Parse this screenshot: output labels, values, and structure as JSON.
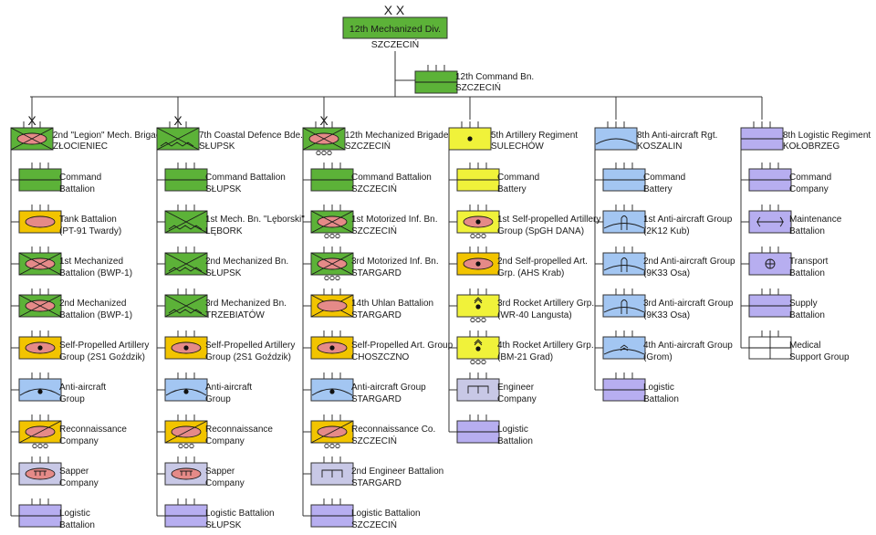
{
  "colors": {
    "mechanized": "#5cb238",
    "armour": "#f2c400",
    "artillery": "#f0f23a",
    "airdefence": "#a3c6f2",
    "logistic": "#b7aef0",
    "engineer": "#c8c8e6",
    "ellipse": "#e58a88",
    "line": "#333333"
  },
  "division": {
    "echelon": "X X",
    "name": "12th Mechanized Div.",
    "location": "SZCZECIŃ"
  },
  "command": {
    "name": "12th Command Bn.",
    "location": "SZCZECIŃ",
    "symbol": "hq"
  },
  "columns": [
    {
      "head": {
        "echelon": "X",
        "l1": "2nd \"Legion\" Mech. Brigade",
        "l2": "ZŁOCIENIEC",
        "symbol": "mech"
      },
      "units": [
        {
          "l1": "Command",
          "l2": "Battalion",
          "symbol": "hq"
        },
        {
          "l1": "Tank Battalion",
          "l2": "(PT-91 Twardy)",
          "symbol": "tank"
        },
        {
          "l1": "1st Mechanized",
          "l2": "Battalion (BWP-1)",
          "symbol": "mech"
        },
        {
          "l1": "2nd Mechanized",
          "l2": "Battalion (BWP-1)",
          "symbol": "mech"
        },
        {
          "l1": "Self-Propelled Artillery",
          "l2": "Group (2S1 Goździk)",
          "symbol": "spart"
        },
        {
          "l1": "Anti-aircraft",
          "l2": "Group",
          "symbol": "aa"
        },
        {
          "l1": "Reconnaissance",
          "l2": "Company",
          "symbol": "recce"
        },
        {
          "l1": "Sapper",
          "l2": "Company",
          "symbol": "sapper"
        },
        {
          "l1": "Logistic",
          "l2": "Battalion",
          "symbol": "log"
        }
      ]
    },
    {
      "head": {
        "echelon": "X",
        "l1": "7th Coastal Defence Bde.",
        "l2": "SŁUPSK",
        "symbol": "coastal"
      },
      "units": [
        {
          "l1": "Command Battalion",
          "l2": "SŁUPSK",
          "symbol": "hq"
        },
        {
          "l1": "1st Mech. Bn. \"Lęborski\"",
          "l2": "LĘBORK",
          "symbol": "coastal"
        },
        {
          "l1": "2nd Mechanized Bn.",
          "l2": "SŁUPSK",
          "symbol": "coastal"
        },
        {
          "l1": "3rd Mechanized Bn.",
          "l2": "TRZEBIATÓW",
          "symbol": "coastal"
        },
        {
          "l1": "Self-Propelled Artillery",
          "l2": "Group (2S1 Goździk)",
          "symbol": "spart"
        },
        {
          "l1": "Anti-aircraft",
          "l2": "Group",
          "symbol": "aa"
        },
        {
          "l1": "Reconnaissance",
          "l2": "Company",
          "symbol": "recce"
        },
        {
          "l1": "Sapper",
          "l2": "Company",
          "symbol": "sapper"
        },
        {
          "l1": "Logistic Battalion",
          "l2": "SŁUPSK",
          "symbol": "log"
        }
      ]
    },
    {
      "head": {
        "echelon": "X",
        "l1": "12th Mechanized Brigade",
        "l2": "SZCZECIŃ",
        "symbol": "mechwheel"
      },
      "units": [
        {
          "l1": "Command Battalion",
          "l2": "SZCZECIŃ",
          "symbol": "hq"
        },
        {
          "l1": "1st Motorized Inf. Bn.",
          "l2": "SZCZECIŃ",
          "symbol": "mechwheel"
        },
        {
          "l1": "3rd Motorized Inf. Bn.",
          "l2": "STARGARD",
          "symbol": "mechwheel"
        },
        {
          "l1": "14th Uhlan Battalion",
          "l2": "STARGARD",
          "symbol": "uhlan"
        },
        {
          "l1": "Self-Propelled Art. Group",
          "l2": "CHOSZCZNO",
          "symbol": "spart"
        },
        {
          "l1": "Anti-aircraft Group",
          "l2": "STARGARD",
          "symbol": "aa"
        },
        {
          "l1": "Reconnaissance Co.",
          "l2": "SZCZECIŃ",
          "symbol": "recce"
        },
        {
          "l1": "2nd Engineer Battalion",
          "l2": "STARGARD",
          "symbol": "engineer"
        },
        {
          "l1": "Logistic Battalion",
          "l2": "SZCZECIŃ",
          "symbol": "log"
        }
      ]
    },
    {
      "head": {
        "echelon": "",
        "l1": "5th Artillery Regiment",
        "l2": "SULECHÓW",
        "symbol": "art"
      },
      "units": [
        {
          "l1": "Command",
          "l2": "Battery",
          "symbol": "arthq"
        },
        {
          "l1": "1st Self-propelled Artillery",
          "l2": "Group (SpGH DANA)",
          "symbol": "artwheel"
        },
        {
          "l1": "2nd Self-propelled Art.",
          "l2": "Grp. (AHS Krab)",
          "symbol": "spart"
        },
        {
          "l1": "3rd Rocket Artillery Grp.",
          "l2": "(WR-40 Langusta)",
          "symbol": "rocket"
        },
        {
          "l1": "4th Rocket Artillery Grp.",
          "l2": "(BM-21 Grad)",
          "symbol": "rocket"
        },
        {
          "l1": "Engineer",
          "l2": "Company",
          "symbol": "engineer"
        },
        {
          "l1": "Logistic",
          "l2": "Battalion",
          "symbol": "log"
        }
      ]
    },
    {
      "head": {
        "echelon": "",
        "l1": "8th Anti-aircraft Rgt.",
        "l2": "KOSZALIN",
        "symbol": "aadome"
      },
      "units": [
        {
          "l1": "Command",
          "l2": "Battery",
          "symbol": "aahq"
        },
        {
          "l1": "1st Anti-aircraft Group",
          "l2": "(2K12 Kub)",
          "symbol": "missile"
        },
        {
          "l1": "2nd Anti-aircraft Group",
          "l2": "(9K33 Osa)",
          "symbol": "missile"
        },
        {
          "l1": "3rd Anti-aircraft Group",
          "l2": "(9K33 Osa)",
          "symbol": "missile"
        },
        {
          "l1": "4th Anti-aircraft Group",
          "l2": "(Grom)",
          "symbol": "grom"
        },
        {
          "l1": "Logistic",
          "l2": "Battalion",
          "symbol": "log"
        }
      ]
    },
    {
      "head": {
        "echelon": "",
        "l1": "8th Logistic Regiment",
        "l2": "KOŁOBRZEG",
        "symbol": "log"
      },
      "units": [
        {
          "l1": "Command",
          "l2": "Company",
          "symbol": "log"
        },
        {
          "l1": "Maintenance",
          "l2": "Battalion",
          "symbol": "maint"
        },
        {
          "l1": "Transport",
          "l2": "Battalion",
          "symbol": "transport"
        },
        {
          "l1": "Supply",
          "l2": "Battalion",
          "symbol": "supply"
        },
        {
          "l1": "Medical",
          "l2": "Support Group",
          "symbol": "medical"
        }
      ]
    }
  ]
}
